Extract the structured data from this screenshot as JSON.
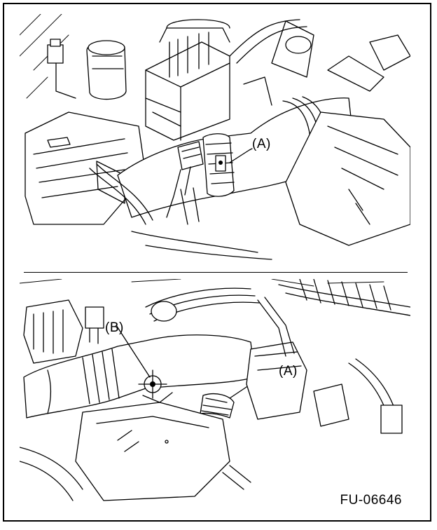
{
  "figure": {
    "code": "FU-06646",
    "top_view": {
      "callouts": [
        {
          "id": "A",
          "label": "(A)"
        }
      ]
    },
    "bottom_view": {
      "callouts": [
        {
          "id": "B",
          "label": "(B)"
        },
        {
          "id": "A",
          "label": "(A)"
        }
      ]
    }
  },
  "colors": {
    "line": "#000000",
    "background": "#ffffff"
  }
}
